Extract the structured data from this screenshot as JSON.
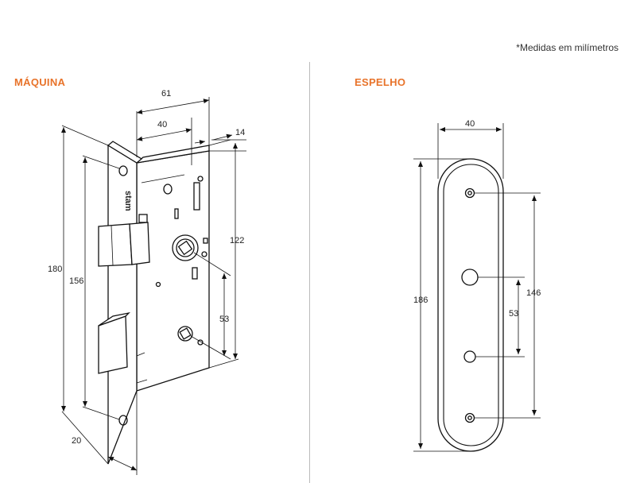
{
  "note": "*Medidas em milímetros",
  "sections": {
    "maquina": "MÁQUINA",
    "espelho": "ESPELHO"
  },
  "maquina_dims": {
    "width_total": "61",
    "width_inner": "40",
    "depth": "14",
    "height_total": "180",
    "height_faceplate_holes": "156",
    "height_case": "122",
    "spacing_53": "53",
    "faceplate_width": "20"
  },
  "espelho_dims": {
    "width": "40",
    "height_total": "186",
    "holes_spacing": "146",
    "spacing_53": "53"
  },
  "brand_text": "stam"
}
